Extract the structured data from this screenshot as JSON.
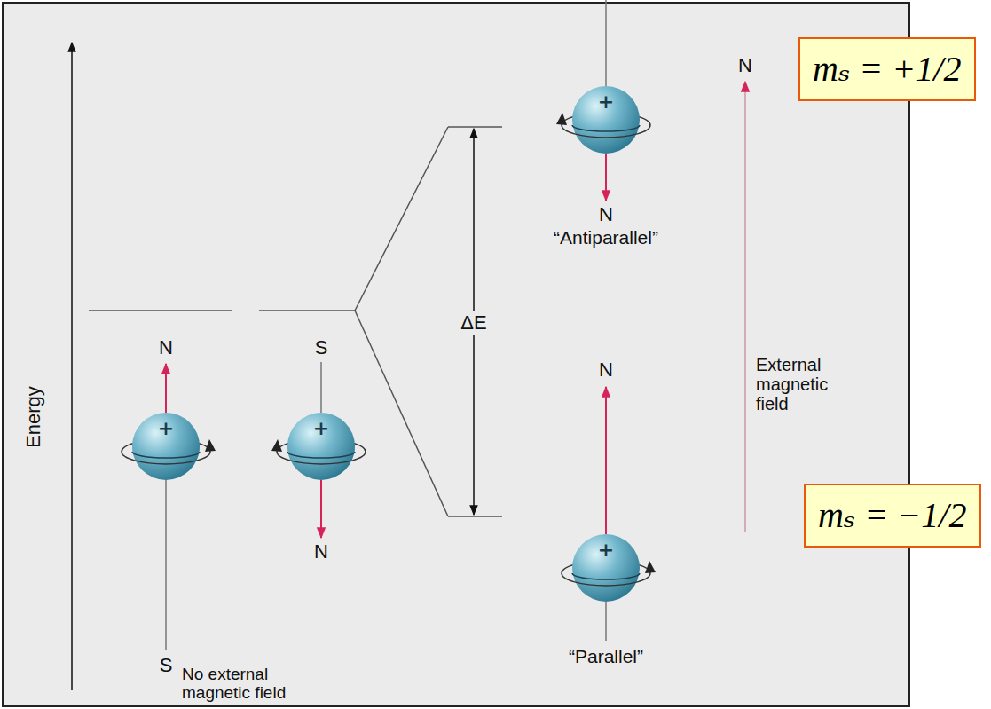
{
  "diagram": {
    "nodes": [
      {
        "text": [
          "+"
        ]
      },
      {
        "text": [
          "mₛ = +1/2"
        ]
      },
      {
        "text": [
          "+"
        ]
      },
      {
        "text": [
          "+"
        ]
      },
      {
        "text": [
          "+"
        ]
      },
      {
        "text": [
          "mₛ = −1/2"
        ]
      }
    ],
    "labels": [
      "Energy",
      "N",
      "N",
      "“Antiparallel”",
      "ΔE",
      "External magnetic field",
      "N",
      "S",
      "N",
      "N",
      "S",
      "No external magnetic field",
      "“Parallel”"
    ]
  }
}
